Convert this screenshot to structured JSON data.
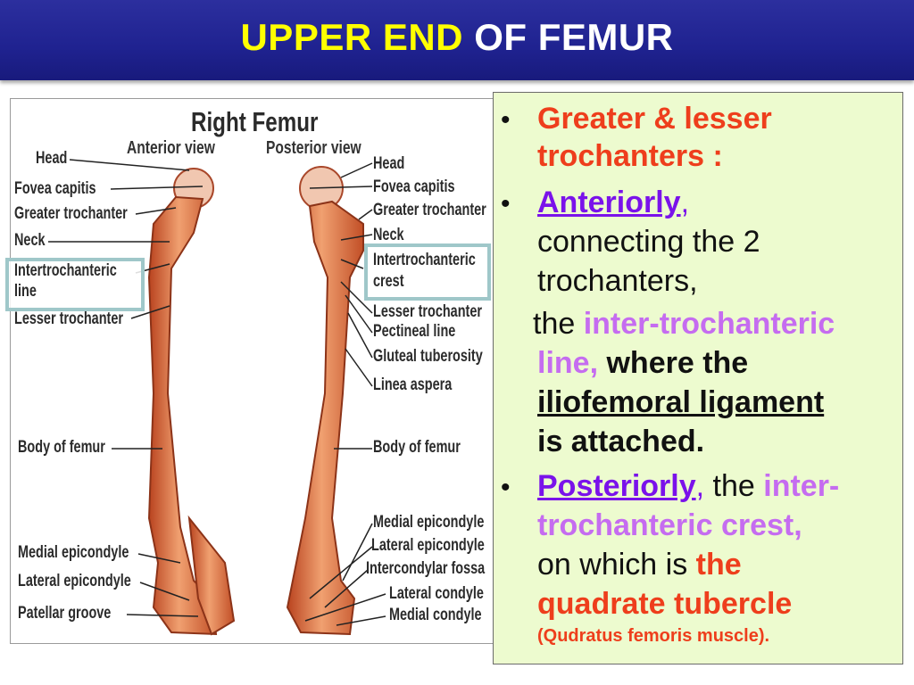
{
  "title": {
    "part1": "UPPER END",
    "part2": " OF FEMUR"
  },
  "figure": {
    "title": "Right Femur",
    "anterior_view": "Anterior view",
    "posterior_view": "Posterior view",
    "left_labels": [
      "Head",
      "Fovea capitis",
      "Greater trochanter",
      "Neck",
      "Intertrochanteric",
      "line",
      "Lesser trochanter",
      "Body of femur",
      "Medial epicondyle",
      "Lateral epicondyle",
      "Patellar groove"
    ],
    "right_labels": [
      "Head",
      "Fovea capitis",
      "Greater trochanter",
      "Neck",
      "Intertrochanteric",
      "crest",
      "Lesser trochanter",
      "Pectineal line",
      "Gluteal tuberosity",
      "Linea aspera",
      "Body of femur",
      "Medial epicondyle",
      "Lateral epicondyle",
      "Intercondylar fossa",
      "Lateral condyle",
      "Medial condyle"
    ]
  },
  "text": {
    "bullet": "•",
    "b1_l1": "Greater & lesser",
    "b1_l2": "trochanters :",
    "b2_word": "Anteriorly",
    "b2_comma": ",",
    "b2_l2": "connecting the 2",
    "b2_l3": "trochanters,",
    "p3_the": "the ",
    "p3_pink": "inter-trochanteric",
    "p4_pink": "line,",
    "p4_black": " where the",
    "p5": "iliofemoral ligament",
    "p6": "is attached.",
    "b3_word": "Posteriorly",
    "b3_comma": ",",
    "b3_the": " the ",
    "b3_pink": "inter-",
    "p8_pink": "trochanteric crest,",
    "p9_black": "on which is ",
    "p9_red": "the",
    "p10_red": "quadrate tubercle",
    "p11": "(Qudratus femoris muscle)."
  },
  "colors": {
    "title_bg": "#1f2290",
    "title_yellow": "#ffff00",
    "accent_red": "#ee3e1c",
    "accent_purple": "#7a12ea",
    "accent_pink": "#c56cf0",
    "box_bg": "#edfbcf",
    "bone": "#e0784a"
  }
}
